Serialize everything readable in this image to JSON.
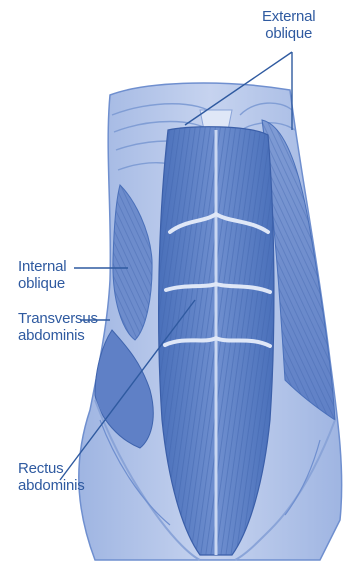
{
  "labels": {
    "external_oblique": {
      "line1": "External",
      "line2": "oblique"
    },
    "internal_oblique": {
      "line1": "Internal",
      "line2": "oblique"
    },
    "transversus_abdominis": {
      "line1": "Transversus",
      "line2": "abdominis"
    },
    "rectus_abdominis": {
      "line1": "Rectus",
      "line2": "abdominis"
    }
  },
  "colors": {
    "label_text": "#2f5aa0",
    "muscle_dark": "#4d74bd",
    "muscle_mid": "#7c9ad3",
    "muscle_light": "#b8c9ea",
    "tendon": "#e7edf9",
    "leader_line": "#2f5aa0"
  },
  "icons": [
    "abdominal-muscles-illustration"
  ]
}
